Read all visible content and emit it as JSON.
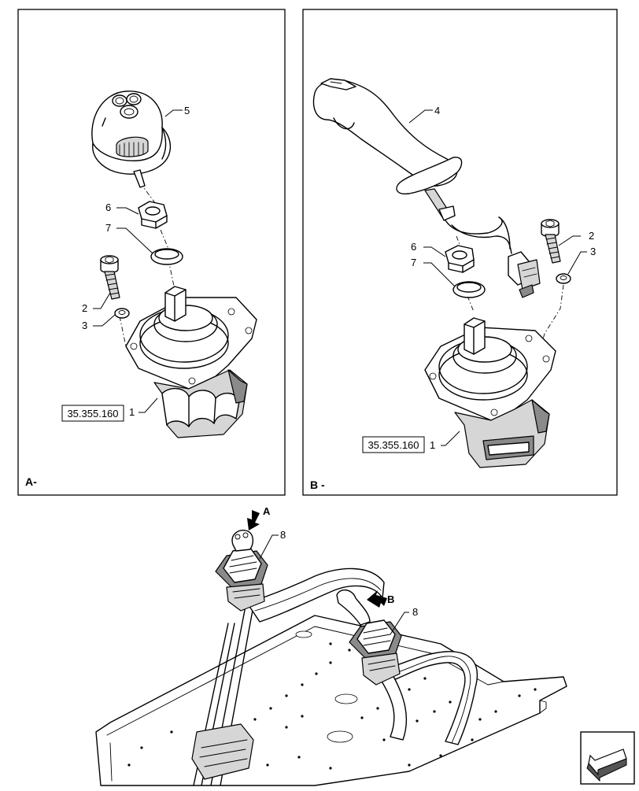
{
  "panels": [
    {
      "id": "A",
      "label": "A-",
      "reference_code": "35.355.160",
      "callouts": [
        {
          "num": "5",
          "part": "control-handle-knob"
        },
        {
          "num": "6",
          "part": "nut"
        },
        {
          "num": "7",
          "part": "ring"
        },
        {
          "num": "2",
          "part": "screw"
        },
        {
          "num": "3",
          "part": "washer"
        },
        {
          "num": "1",
          "part": "joystick-base"
        }
      ]
    },
    {
      "id": "B",
      "label": "B -",
      "reference_code": "35.355.160",
      "callouts": [
        {
          "num": "4",
          "part": "control-handle-grip"
        },
        {
          "num": "6",
          "part": "nut"
        },
        {
          "num": "7",
          "part": "ring"
        },
        {
          "num": "2",
          "part": "screw"
        },
        {
          "num": "3",
          "part": "washer"
        },
        {
          "num": "1",
          "part": "joystick-base"
        }
      ]
    }
  ],
  "overview": {
    "view_arrows": [
      {
        "letter": "A"
      },
      {
        "letter": "B"
      }
    ],
    "callouts": [
      {
        "num": "8",
        "part": "left-joystick-assembly"
      },
      {
        "num": "8",
        "part": "right-joystick-assembly"
      }
    ]
  },
  "icons": {
    "corner": "direction-arrow-icon"
  }
}
